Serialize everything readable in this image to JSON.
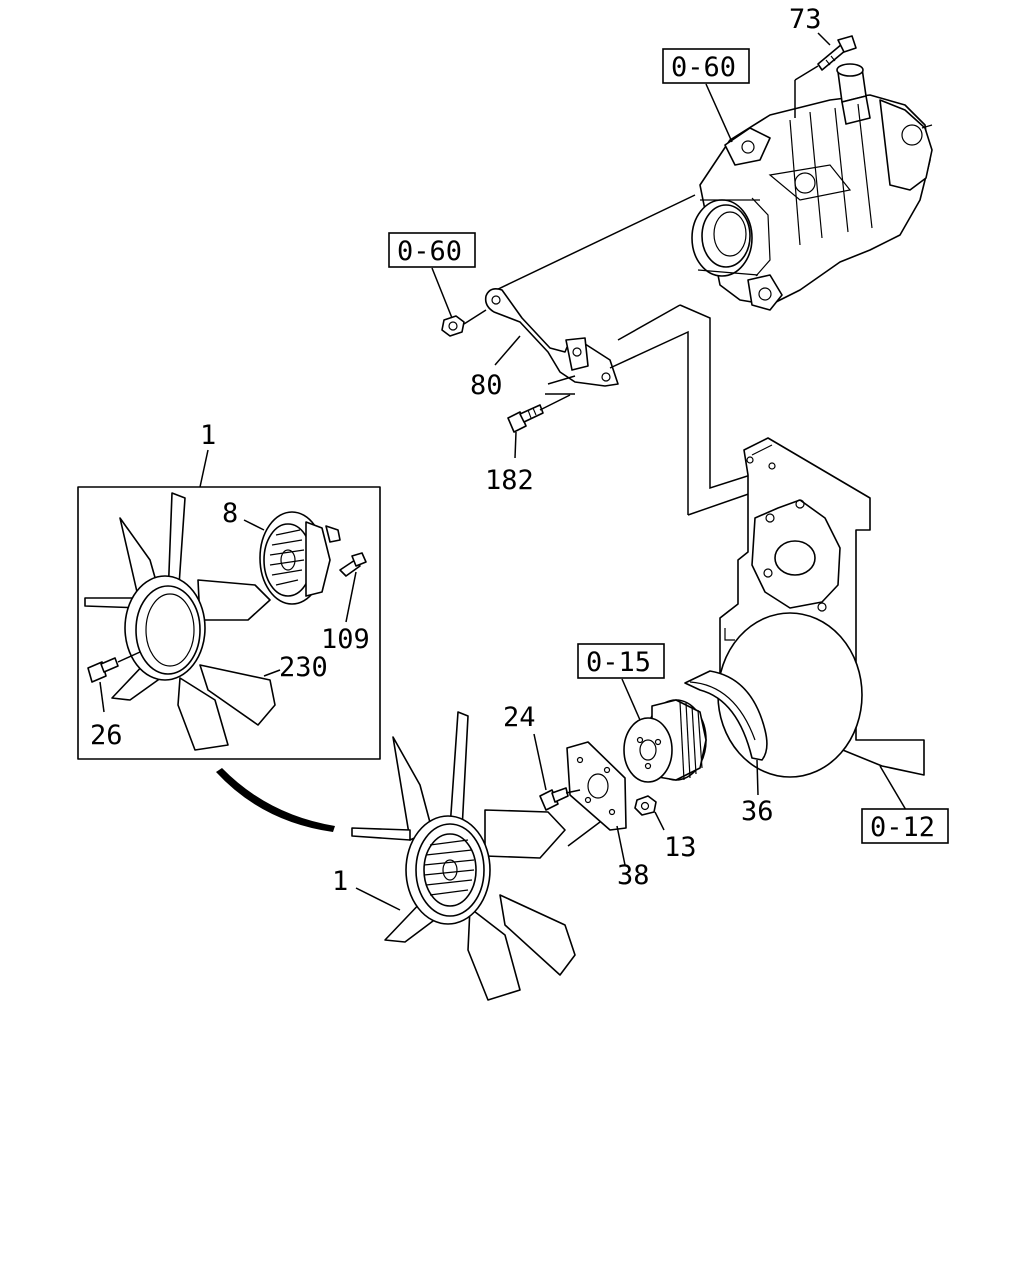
{
  "callouts": {
    "c73": "73",
    "c80": "80",
    "c182": "182",
    "c1_inset": "1",
    "c8": "8",
    "c109": "109",
    "c230": "230",
    "c26": "26",
    "c24": "24",
    "c13": "13",
    "c38": "38",
    "c36": "36",
    "c1_main": "1"
  },
  "reference_boxes": {
    "ref_060_top": "0-60",
    "ref_060_bracket": "0-60",
    "ref_015": "0-15",
    "ref_012": "0-12"
  },
  "icons": [
    "alternator-icon",
    "fan-icon",
    "fan-clutch-icon",
    "pulley-icon",
    "bracket-icon",
    "bolt-icon",
    "nut-icon",
    "timing-cover-icon"
  ]
}
